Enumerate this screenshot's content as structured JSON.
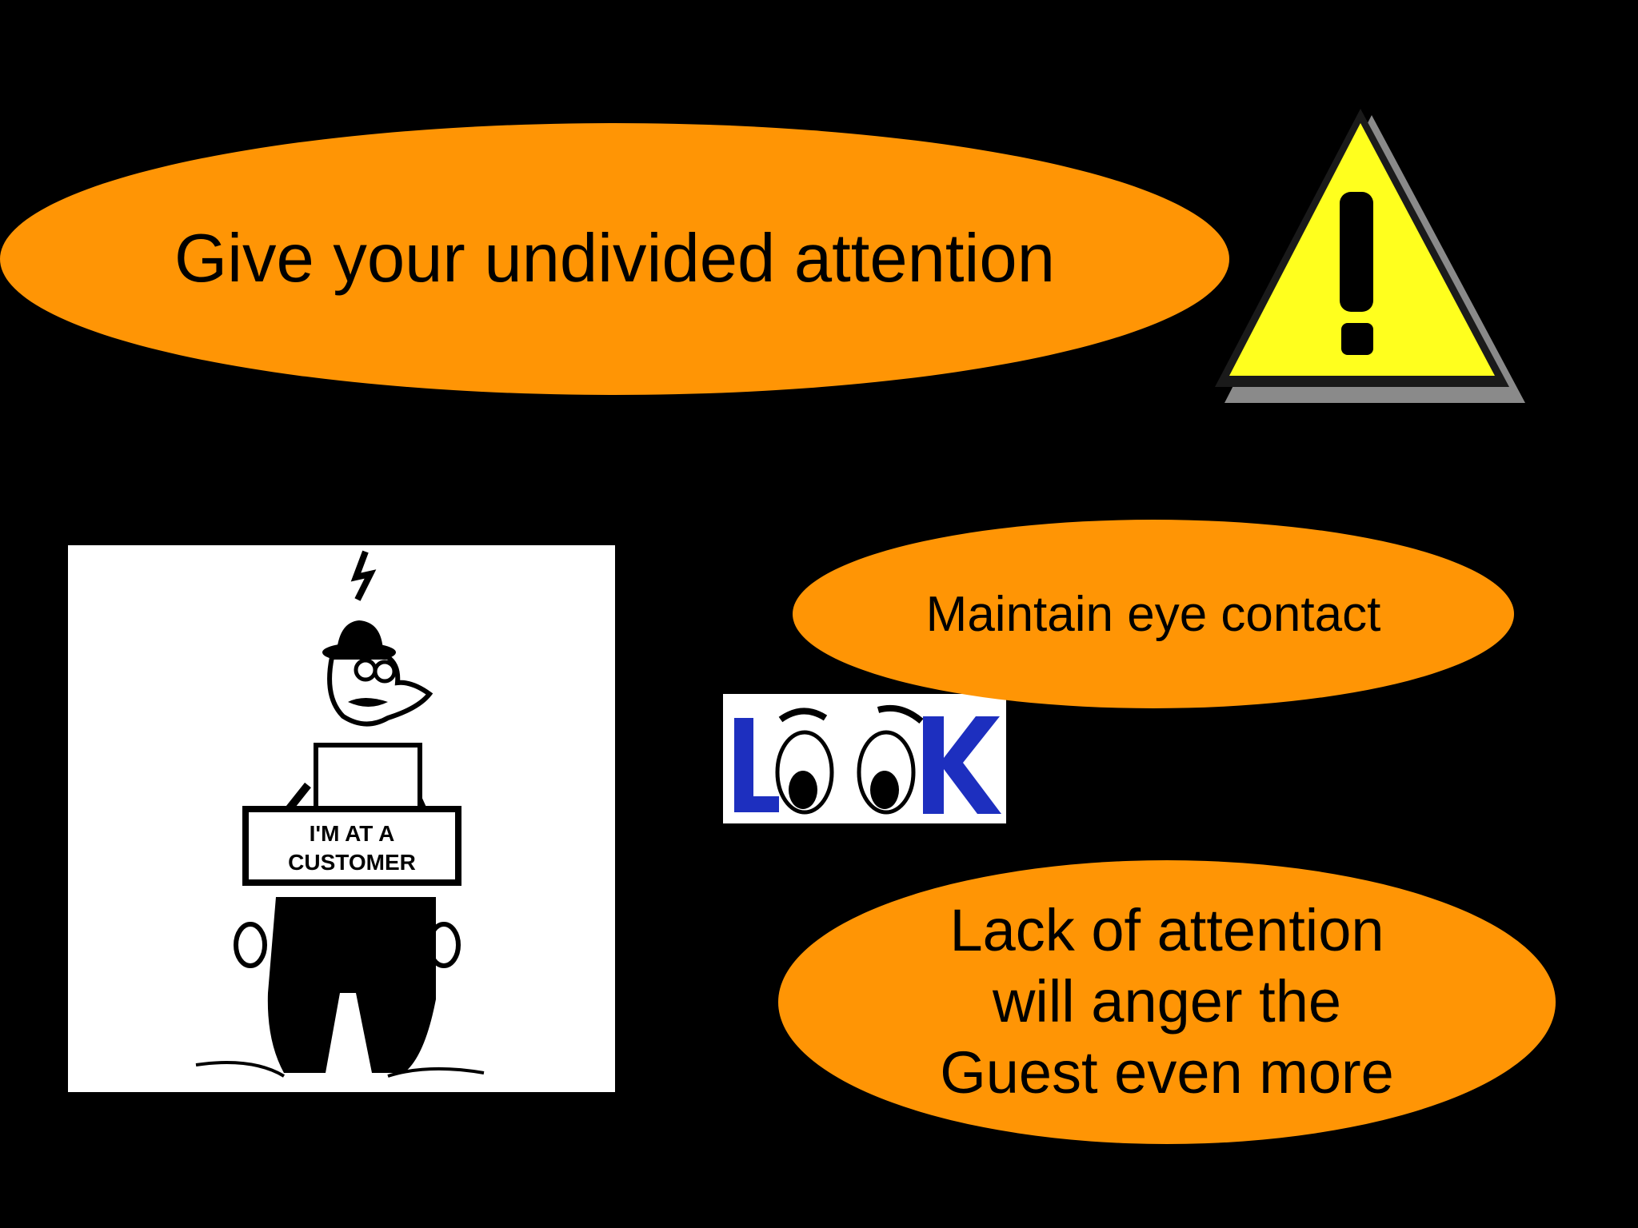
{
  "slide": {
    "background": "#000000",
    "accent": "#FF9505"
  },
  "callouts": {
    "top": "Give your undivided attention",
    "middle": "Maintain eye contact",
    "bottom_lines": [
      "Lack of attention",
      "will anger the",
      "Guest even more"
    ]
  },
  "images": {
    "warning": "warning-triangle-icon",
    "cartoon": "sandwich-board-man-illustration",
    "cartoon_sign_lines": [
      "I'M AT A",
      "CUSTOMER"
    ],
    "look_logo": "LOOK"
  }
}
